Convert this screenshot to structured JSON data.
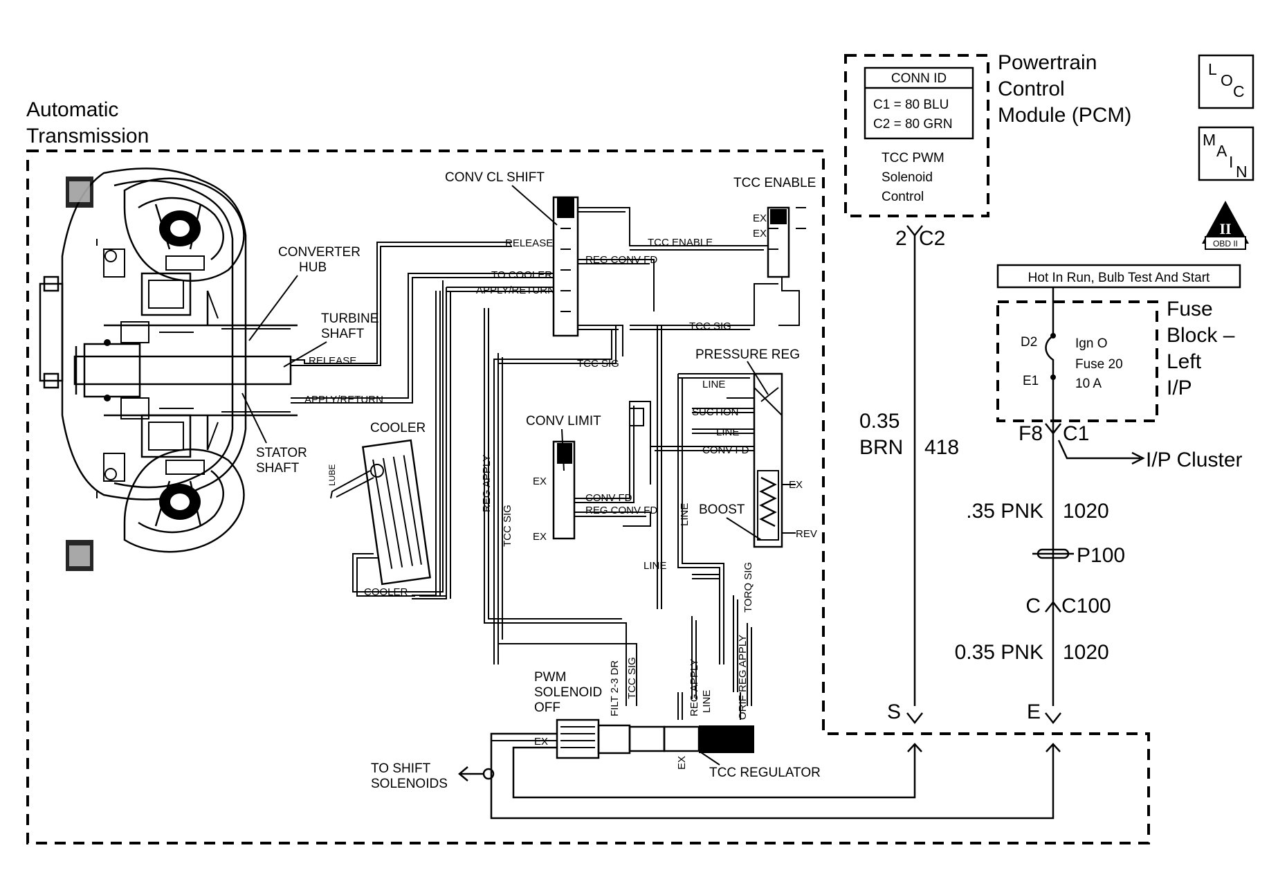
{
  "transmission": {
    "title_line1": "Automatic",
    "title_line2": "Transmission"
  },
  "torque_converter": {
    "converter_hub_1": "CONVERTER",
    "converter_hub_2": "HUB",
    "turbine_shaft_1": "TURBINE",
    "turbine_shaft_2": "SHAFT",
    "stator_shaft_1": "STATOR",
    "stator_shaft_2": "SHAFT"
  },
  "hydraulic_labels": {
    "release_conv": "RELEASE",
    "apply_return_conv": "APPLY/RETURN",
    "conv_cl_shift": "CONV CL SHIFT",
    "release": "RELEASE",
    "to_cooler": "TO COOLER",
    "apply_return": "APPLY/RETURN",
    "tcc_enable_title": "TCC ENABLE",
    "tcc_enable_line": "TCC ENABLE",
    "reg_conv_fd_top": "REG CONV FD",
    "tcc_sig_top": "TCC SIG",
    "tcc_sig_mid": "TCC SIG",
    "ex": "EX",
    "pressure_reg": "PRESSURE REG",
    "line": "LINE",
    "suction": "SUCTION",
    "conv_fd": "CONV FD",
    "boost": "BOOST",
    "rev": "REV",
    "conv_limit": "CONV LIMIT",
    "conv_fd_small": "CONV FD",
    "reg_conv_fd_small": "REG CONV FD",
    "cooler_title": "COOLER",
    "lube": "LUBE",
    "cooler_line": "COOLER",
    "reg_apply": "REG APPLY",
    "tcc_sig_vert": "TCC SIG",
    "torq_sig": "TORQ SIG",
    "filt_2_3_dr": "FILT 2-3 DR",
    "reg_apply_low": "REG APPLY",
    "orif_reg_apply": "ORIF REG APPLY",
    "pwm_solenoid_1": "PWM",
    "pwm_solenoid_2": "SOLENOID",
    "pwm_solenoid_3": "OFF",
    "tcc_regulator": "TCC REGULATOR",
    "to_shift_1": "TO SHIFT",
    "to_shift_2": "SOLENOIDS"
  },
  "pcm": {
    "title_1": "Powertrain",
    "title_2": "Control",
    "title_3": "Module (PCM)",
    "conn_id_header": "CONN ID",
    "conn_c1": "C1 = 80 BLU",
    "conn_c2": "C2 = 80 GRN",
    "func_1": "TCC PWM",
    "func_2": "Solenoid",
    "func_3": "Control",
    "pin": "2",
    "connector": "C2"
  },
  "fuse_block": {
    "hot_label": "Hot In Run, Bulb Test And Start",
    "title_1": "Fuse",
    "title_2": "Block –",
    "title_3": "Left",
    "title_4": "I/P",
    "d2": "D2",
    "e1": "E1",
    "fuse_name": "Ign O",
    "fuse_number": "Fuse 20",
    "fuse_rating": "10 A",
    "pin": "F8",
    "connector": "C1",
    "ip_cluster": "I/P Cluster"
  },
  "wires": {
    "brn_gauge": "0.35",
    "brn_color": "BRN",
    "brn_circuit": "418",
    "pnk1_gauge_color": ".35 PNK",
    "pnk1_circuit": "1020",
    "splice": "P100",
    "c100_left": "C",
    "c100_right": "C100",
    "pnk2_gauge_color": "0.35 PNK",
    "pnk2_circuit": "1020",
    "terminal_s": "S",
    "terminal_e": "E"
  },
  "nav_icons": {
    "loc": [
      "L",
      "O",
      "C"
    ],
    "main": [
      "M",
      "A",
      "I",
      "N"
    ],
    "obd_numeral": "II",
    "obd_label": "OBD II"
  }
}
